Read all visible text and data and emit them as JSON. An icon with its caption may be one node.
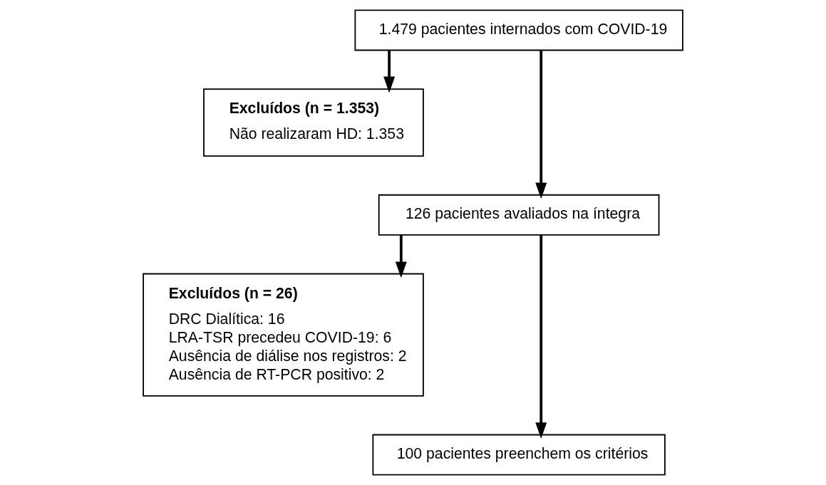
{
  "diagram": {
    "nodes": [
      {
        "text": [
          "1.479 pacientes internados com COVID-19"
        ]
      },
      {
        "text": [
          "Excluídos (n = 1.353)",
          "Não realizaram HD: 1.353"
        ]
      },
      {
        "text": [
          "126 pacientes avaliados na íntegra"
        ]
      },
      {
        "text": [
          "Excluídos (n = 26)",
          "DRC Dialítica: 16",
          "LRA-TSR precedeu COVID-19: 6",
          "Ausência de diálise nos registros: 2",
          "Ausência de RT-PCR positivo: 2"
        ]
      },
      {
        "text": [
          "100 pacientes preenchem os critérios"
        ]
      }
    ],
    "edges": [
      {
        "from": 0,
        "to": 2,
        "arrow": "to"
      },
      {
        "from": 0,
        "to": 1,
        "arrow": "to"
      },
      {
        "from": 2,
        "to": 4,
        "arrow": "to"
      },
      {
        "from": 2,
        "to": 3,
        "arrow": "to"
      }
    ]
  }
}
